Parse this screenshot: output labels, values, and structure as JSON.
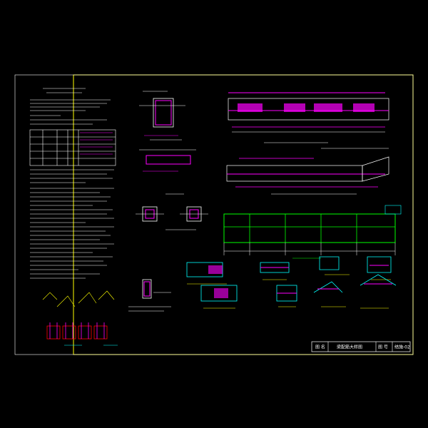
{
  "title_block": {
    "cell1": "图 名",
    "drawing_name": "梁配筋大样图",
    "cell3": "图 号",
    "drawing_number": "结施-02"
  },
  "colors": {
    "background": "#000000",
    "border": "#ffff00",
    "line_white": "#ffffff",
    "magenta": "#ff00ff",
    "cyan": "#00ffff",
    "green": "#00ff00",
    "red": "#ff0000",
    "yellow": "#ffff00"
  }
}
